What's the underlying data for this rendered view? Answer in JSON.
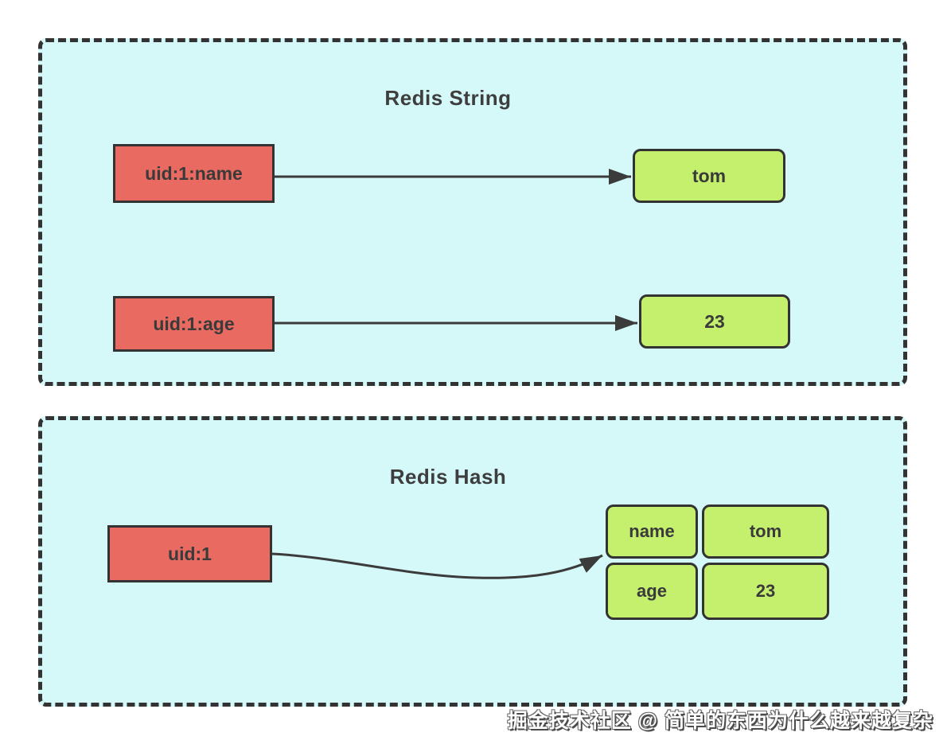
{
  "colors": {
    "panel_background": "#d5f9f9",
    "panel_border": "#333333",
    "key_box_fill": "#e96a60",
    "value_box_fill": "#c4f06e",
    "box_border": "#333333",
    "arrow_stroke": "#3b3b3b",
    "title_text": "#3e3e3e",
    "watermark_text": "#ffffff"
  },
  "string_panel": {
    "title": "Redis String",
    "rows": [
      {
        "key": "uid:1:name",
        "value": "tom"
      },
      {
        "key": "uid:1:age",
        "value": "23"
      }
    ]
  },
  "hash_panel": {
    "title": "Redis Hash",
    "key": "uid:1",
    "fields": [
      {
        "field": "name",
        "value": "tom"
      },
      {
        "field": "age",
        "value": "23"
      }
    ]
  },
  "watermark": "掘金技术社区 @ 简单的东西为什么越来越复杂"
}
